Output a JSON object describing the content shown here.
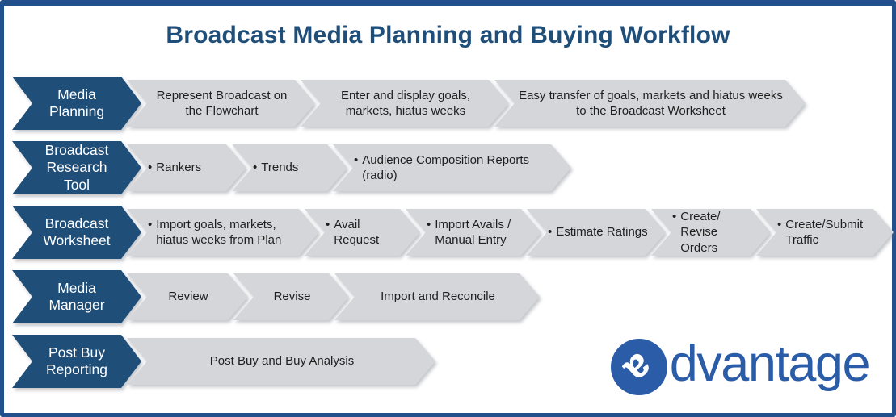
{
  "title": "Broadcast Media Planning and Buying Workflow",
  "rows": [
    {
      "label": "Media Planning",
      "bulleted": false,
      "steps": [
        {
          "text": "Represent Broadcast on the Flowchart"
        },
        {
          "text": "Enter and display goals, markets, hiatus weeks"
        },
        {
          "text": "Easy transfer of goals, markets and hiatus weeks to the Broadcast Worksheet"
        }
      ]
    },
    {
      "label": "Broadcast Research Tool",
      "bulleted": true,
      "steps": [
        {
          "text": "Rankers"
        },
        {
          "text": "Trends"
        },
        {
          "text": "Audience Composition Reports (radio)"
        }
      ]
    },
    {
      "label": "Broadcast Worksheet",
      "bulleted": true,
      "steps": [
        {
          "text": "Import goals, markets, hiatus weeks from Plan"
        },
        {
          "text": "Avail Request"
        },
        {
          "text": "Import Avails / Manual Entry"
        },
        {
          "text": "Estimate Ratings"
        },
        {
          "text": "Create/ Revise Orders"
        },
        {
          "text": "Create/Submit Traffic"
        }
      ]
    },
    {
      "label": "Media Manager",
      "bulleted": false,
      "steps": [
        {
          "text": "Review"
        },
        {
          "text": "Revise"
        },
        {
          "text": "Import and Reconcile"
        }
      ]
    },
    {
      "label": "Post Buy Reporting",
      "bulleted": false,
      "steps": [
        {
          "text": "Post Buy and Buy Analysis"
        }
      ]
    }
  ],
  "logo": {
    "brand": "advantage",
    "circle_letter": "a",
    "wordmark_rest": "dvantage"
  },
  "colors": {
    "navy": "#1F4E79",
    "chevron_gray": "#D5D6DA",
    "logo_blue": "#2B5CA8",
    "border_blue": "#21508C",
    "text_dark": "#1F1F1F"
  }
}
